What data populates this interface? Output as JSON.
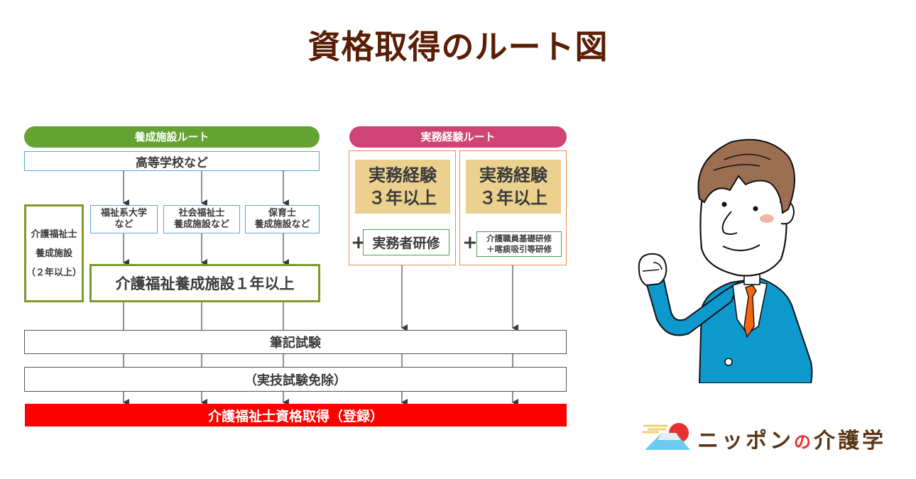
{
  "title": "資格取得のルート図",
  "training_route": {
    "header": "養成施設ルート",
    "high_school": "高等学校など",
    "branches": [
      {
        "line1": "福祉系大学",
        "line2": "など"
      },
      {
        "line1": "社会福祉士",
        "line2": "養成施設など"
      },
      {
        "line1": "保育士",
        "line2": "養成施設など"
      }
    ],
    "two_year": {
      "line1": "介護福祉士",
      "line2": "養成施設",
      "line3": "（２年以上）"
    },
    "one_year": "介護福祉養成施設１年以上"
  },
  "experience_route": {
    "header": "実務経験ルート",
    "columns": [
      {
        "exp_line1": "実務経験",
        "exp_line2": "３年以上",
        "plus": "+",
        "training_line1": "実務者研修",
        "training_line2": ""
      },
      {
        "exp_line1": "実務経験",
        "exp_line2": "３年以上",
        "plus": "+",
        "training_line1": "介護職員基礎研修",
        "training_line2": "＋喀痰吸引等研修"
      }
    ]
  },
  "written_exam": "筆記試験",
  "practical_exempt": "（実技試験免除）",
  "result": "介護福祉士資格取得（登録）",
  "logo": {
    "part1": "ニッポン",
    "part2": "の",
    "part3": "介護学"
  },
  "colors": {
    "title": "#5a1e05",
    "training_route": "#64a232",
    "experience_route": "#cf4474",
    "result": "#ff0000",
    "experience_box": "#ebd18d"
  }
}
